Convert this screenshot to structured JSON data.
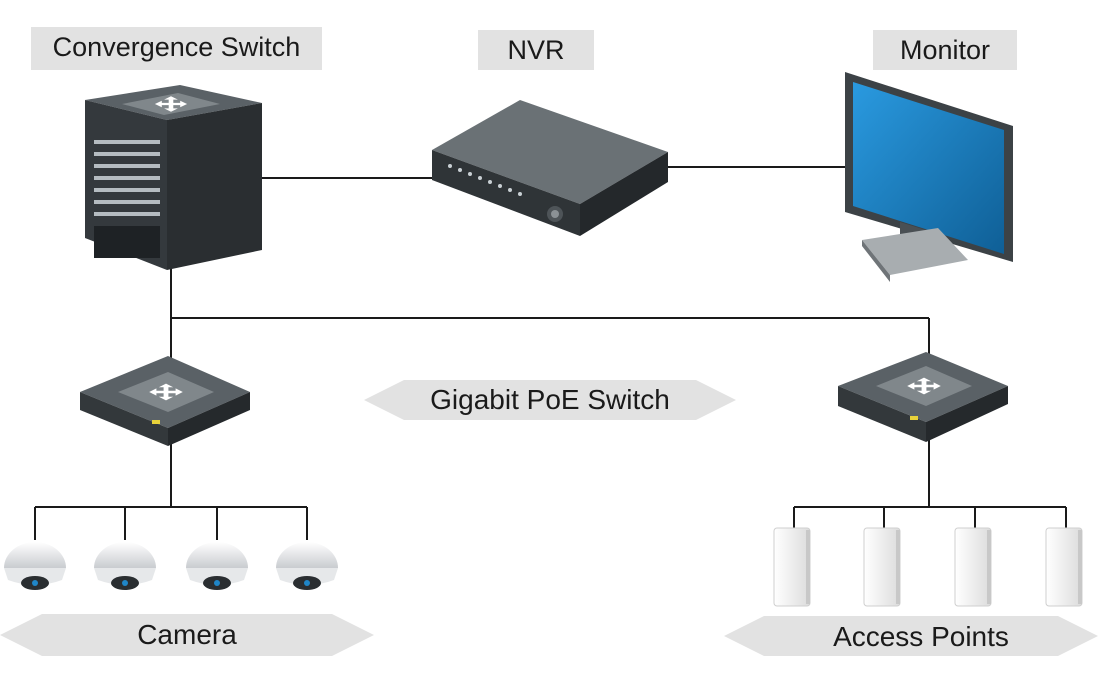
{
  "labels": {
    "convergence_switch": "Convergence Switch",
    "nvr": "NVR",
    "monitor": "Monitor",
    "poe_switch": "Gigabit PoE Switch",
    "camera": "Camera",
    "access_points": "Access Points"
  },
  "colors": {
    "label_bg": "#e2e2e2",
    "line": "#1a1a1a",
    "device_dark": "#3b4045",
    "device_top": "#5d6468",
    "screen_blue": "#1f86c8",
    "led_yellow": "#e8d23a"
  },
  "devices": {
    "cameras": 4,
    "access_points": 4
  }
}
